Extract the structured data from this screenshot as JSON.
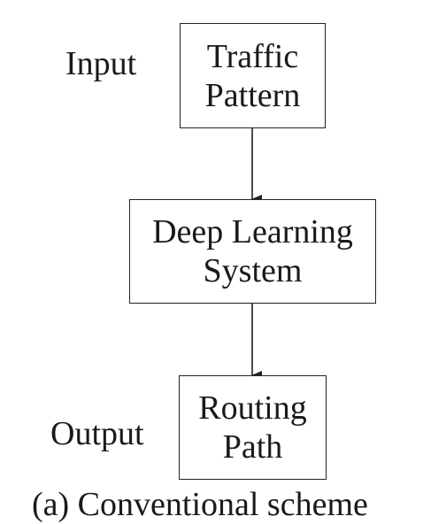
{
  "diagram": {
    "input_label": "Input",
    "output_label": "Output",
    "nodes": [
      {
        "id": "traffic-pattern",
        "lines": [
          "Traffic",
          "Pattern"
        ]
      },
      {
        "id": "deep-learning-system",
        "lines": [
          "Deep Learning",
          "System"
        ]
      },
      {
        "id": "routing-path",
        "lines": [
          "Routing",
          "Path"
        ]
      }
    ],
    "edges": [
      {
        "from": "traffic-pattern",
        "to": "deep-learning-system"
      },
      {
        "from": "deep-learning-system",
        "to": "routing-path"
      }
    ],
    "caption_partial": "(a)   Conventional scheme"
  }
}
